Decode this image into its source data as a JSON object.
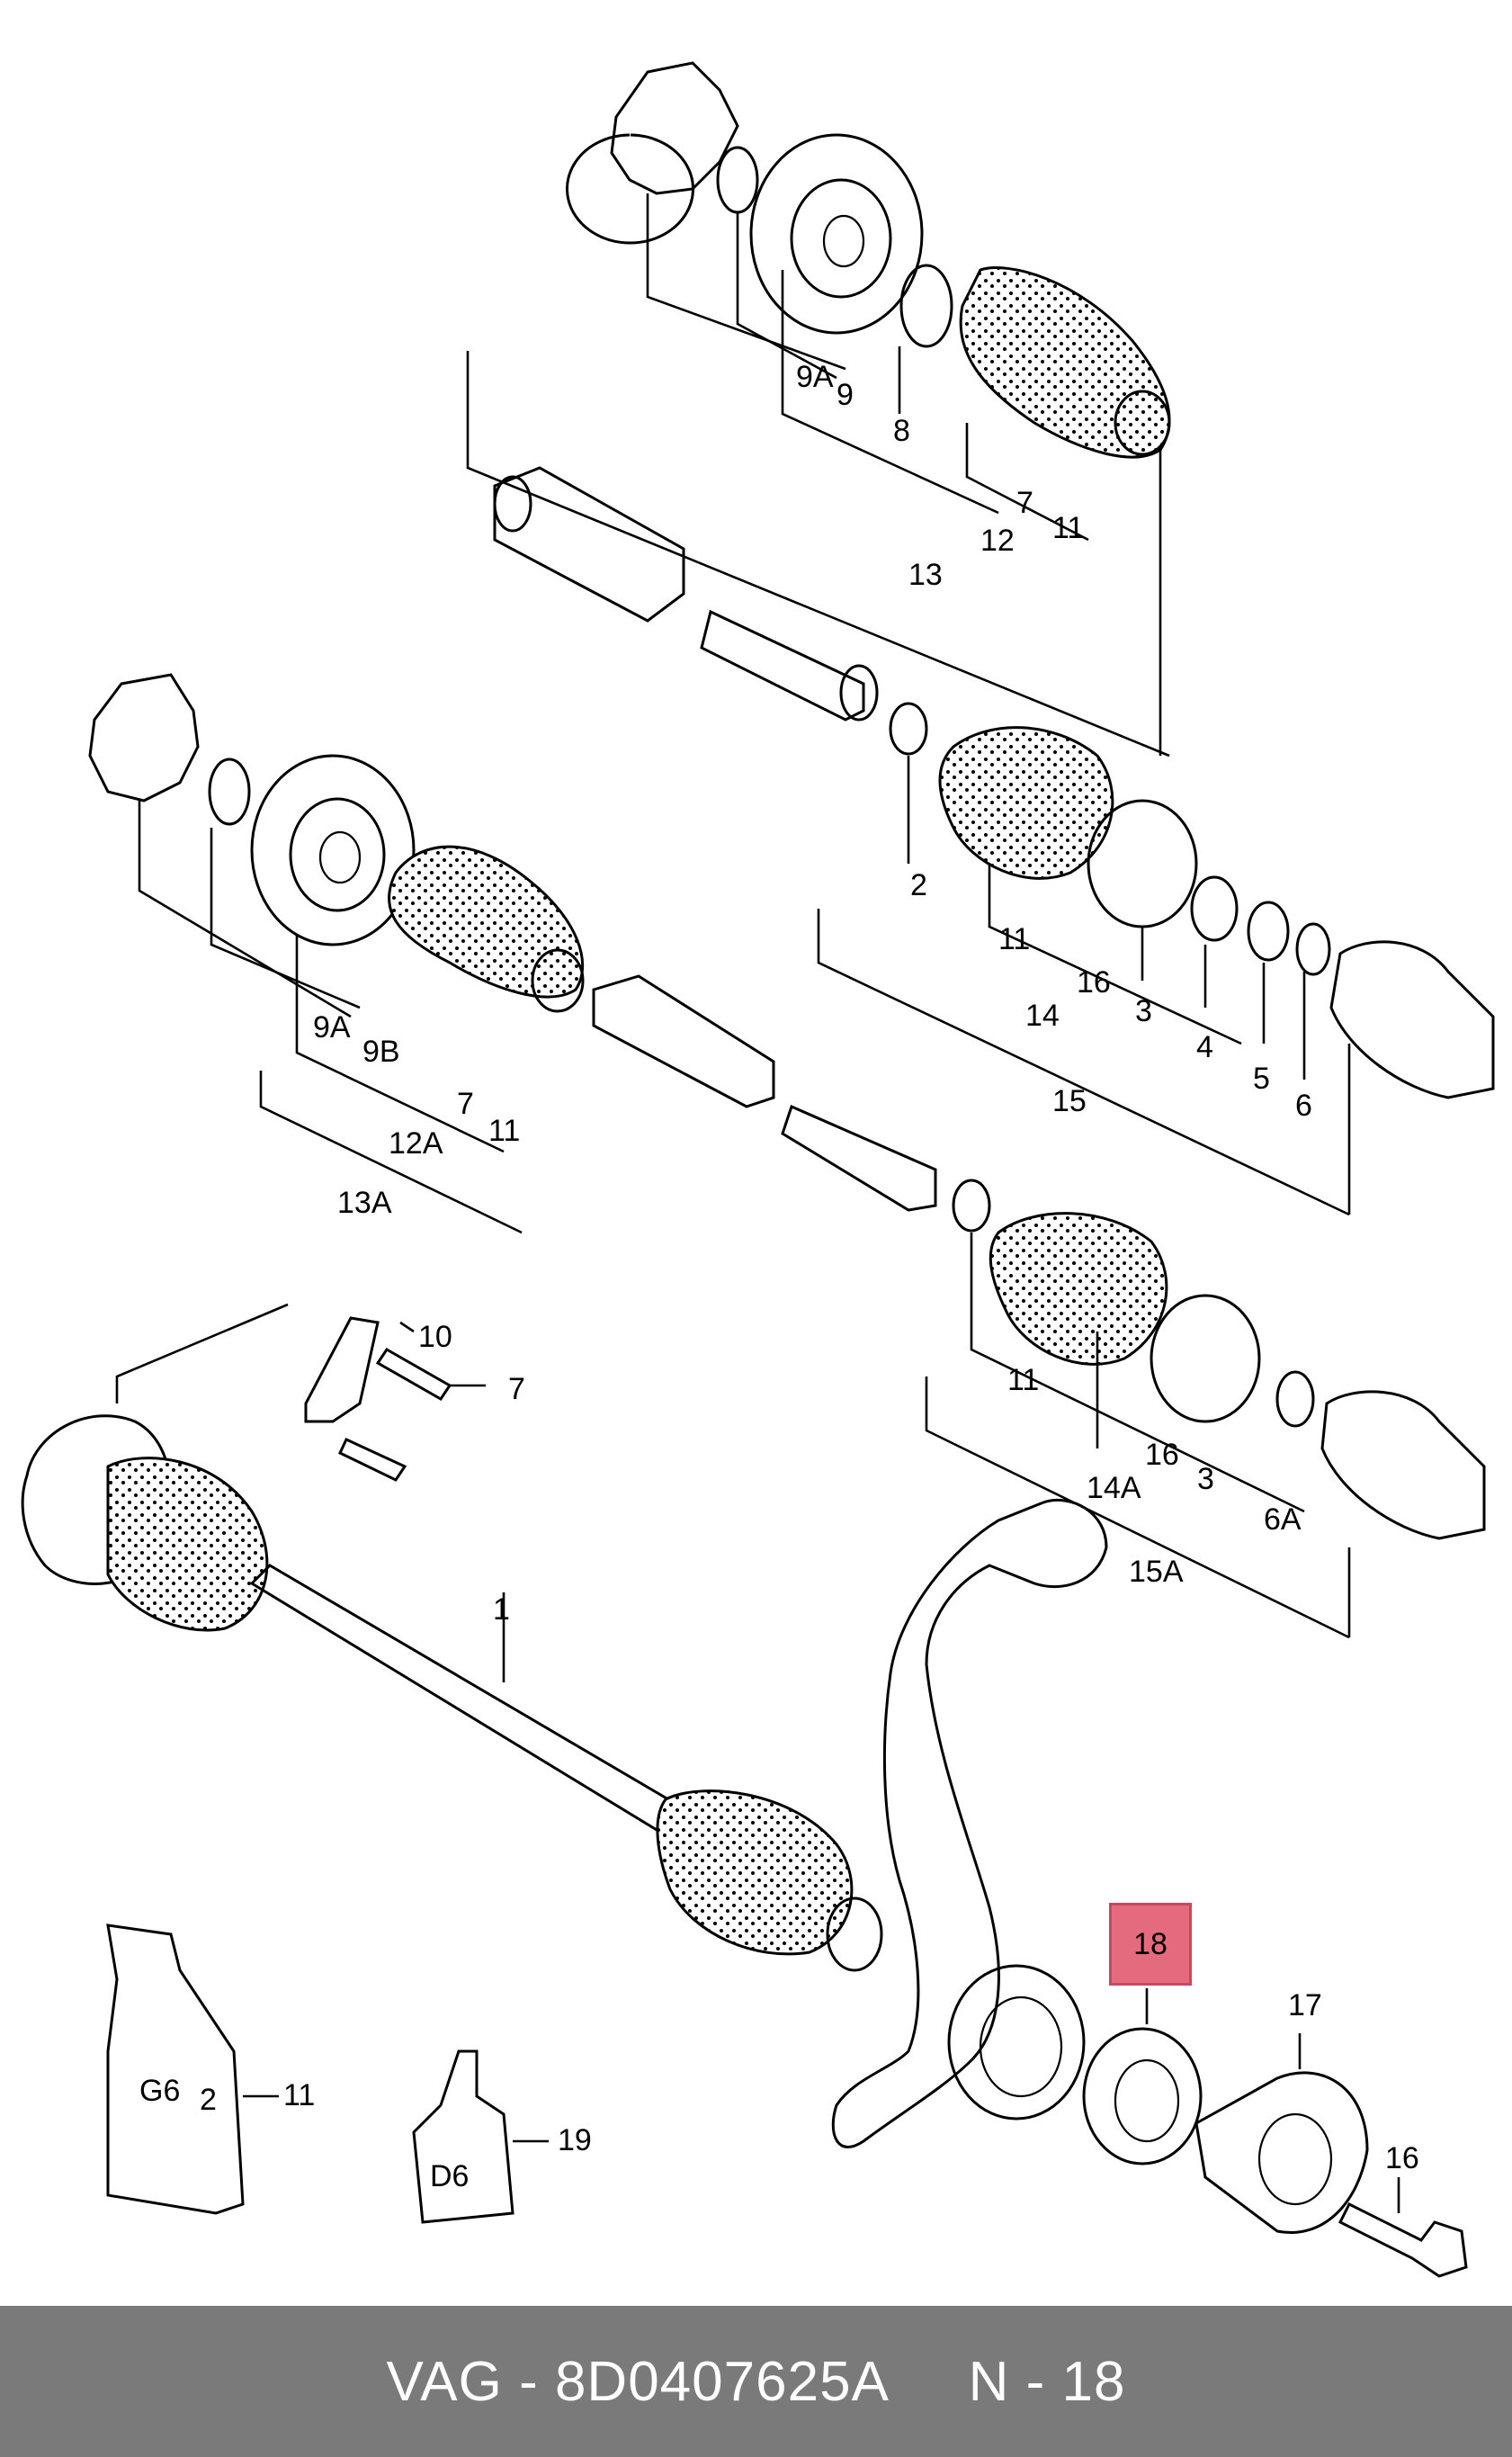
{
  "diagram": {
    "callouts": {
      "c1": "1",
      "c2": "2",
      "c3a": "3",
      "c3b": "3",
      "c4": "4",
      "c5": "5",
      "c6": "6",
      "c6a": "6A",
      "c7a": "7",
      "c7b": "7",
      "c7c": "7",
      "c8": "8",
      "c9": "9",
      "c9a_top": "9A",
      "c9a_mid": "9A",
      "c9b": "9B",
      "c10": "10",
      "c11a": "11",
      "c11b": "11",
      "c11c": "11",
      "c11d": "11",
      "c11e": "11",
      "c12": "12",
      "c12a": "12A",
      "c13": "13",
      "c13a": "13A",
      "c14": "14",
      "c14a": "14A",
      "c15": "15",
      "c15a": "15A",
      "c16a": "16",
      "c16b": "16",
      "c16c": "16",
      "c17": "17",
      "c18": "18",
      "c19": "19"
    },
    "grease_tube_label": "G6",
    "grease_tube_sub": "2",
    "bottle_label": "D6",
    "highlight_color": "#e46a7d"
  },
  "footer": {
    "text": "VAG - 8D0407625A     N - 18",
    "background": "#7a7a7a"
  }
}
